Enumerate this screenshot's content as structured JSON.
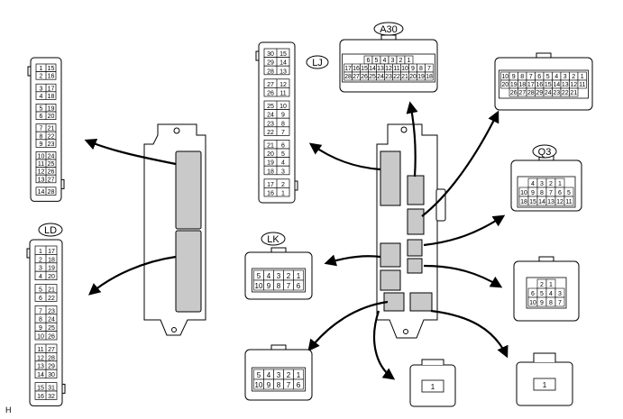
{
  "figure_label": "H",
  "connectors": {
    "top_left": {
      "pins": [
        [
          "1",
          "15"
        ],
        [
          "2",
          "16"
        ],
        [
          "3",
          "17"
        ],
        [
          "4",
          "18"
        ],
        [
          "5",
          "19"
        ],
        [
          "6",
          "20"
        ],
        [
          "7",
          "21"
        ],
        [
          "8",
          "22"
        ],
        [
          "9",
          "23"
        ],
        [
          "10",
          "24"
        ],
        [
          "11",
          "25"
        ],
        [
          "12",
          "26"
        ],
        [
          "13",
          "27"
        ],
        [
          "14",
          "28"
        ]
      ]
    },
    "LD": {
      "label": "LD",
      "pins": [
        [
          "1",
          "17"
        ],
        [
          "2",
          "18"
        ],
        [
          "3",
          "19"
        ],
        [
          "4",
          "20"
        ],
        [
          "5",
          "21"
        ],
        [
          "6",
          "22"
        ],
        [
          "7",
          "23"
        ],
        [
          "8",
          "24"
        ],
        [
          "9",
          "25"
        ],
        [
          "10",
          "26"
        ],
        [
          "11",
          "27"
        ],
        [
          "12",
          "28"
        ],
        [
          "13",
          "29"
        ],
        [
          "14",
          "30"
        ],
        [
          "15",
          "31"
        ],
        [
          "16",
          "32"
        ]
      ]
    },
    "LJ": {
      "label": "LJ",
      "pins": [
        [
          "30",
          "15"
        ],
        [
          "29",
          "14"
        ],
        [
          "28",
          "13"
        ],
        [
          "27",
          "12"
        ],
        [
          "26",
          "11"
        ],
        [
          "25",
          "10"
        ],
        [
          "24",
          "9"
        ],
        [
          "23",
          "8"
        ],
        [
          "22",
          "7"
        ],
        [
          "21",
          "6"
        ],
        [
          "20",
          "5"
        ],
        [
          "19",
          "4"
        ],
        [
          "18",
          "3"
        ],
        [
          "17",
          "2"
        ],
        [
          "16",
          "1"
        ]
      ]
    },
    "A30": {
      "label": "A30",
      "rows": [
        [
          "6",
          "5",
          "4",
          "3",
          "2",
          "1"
        ],
        [
          "17",
          "16",
          "15",
          "14",
          "13",
          "12",
          "11",
          "10",
          "9",
          "8",
          "7"
        ],
        [
          "28",
          "27",
          "26",
          "25",
          "24",
          "23",
          "22",
          "21",
          "20",
          "19",
          "18"
        ]
      ]
    },
    "top_right": {
      "rows": [
        [
          "10",
          "9",
          "8",
          "7",
          "6",
          "5",
          "4",
          "3",
          "2",
          "1"
        ],
        [
          "20",
          "19",
          "18",
          "17",
          "16",
          "15",
          "14",
          "13",
          "12",
          "11"
        ],
        [
          "26",
          "27",
          "28",
          "29",
          "24",
          "23",
          "22",
          "21"
        ]
      ]
    },
    "Q3": {
      "label": "Q3",
      "rows": [
        [
          "4",
          "3",
          "2",
          "1"
        ],
        [
          "10",
          "9",
          "8",
          "7",
          "6",
          "5"
        ],
        [
          "18",
          "15",
          "14",
          "13",
          "12",
          "11"
        ]
      ]
    },
    "mid_right": {
      "rows": [
        [
          "2",
          "1"
        ],
        [
          "6",
          "5",
          "4",
          "3"
        ],
        [
          "10",
          "9",
          "8",
          "7"
        ]
      ]
    },
    "LK": {
      "label": "LK",
      "rows": [
        [
          "5",
          "4",
          "3",
          "2",
          "1"
        ],
        [
          "10",
          "9",
          "8",
          "7",
          "6"
        ]
      ]
    },
    "bottom_left": {
      "rows": [
        [
          "5",
          "4",
          "3",
          "2",
          "1"
        ],
        [
          "10",
          "9",
          "8",
          "7",
          "6"
        ]
      ]
    },
    "bottom_mid": {
      "pins": [
        "1"
      ]
    },
    "bottom_right": {
      "pins": [
        "1"
      ]
    }
  },
  "colors": {
    "relay_block": "#c9c9c9",
    "line": "#000000"
  }
}
